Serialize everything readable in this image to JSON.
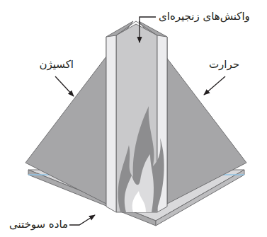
{
  "diagram": {
    "labels": [
      "واکنش‌های زنجیره‌ای",
      "اکسیژن",
      "حرارت",
      "ماده سوختنی"
    ]
  }
}
